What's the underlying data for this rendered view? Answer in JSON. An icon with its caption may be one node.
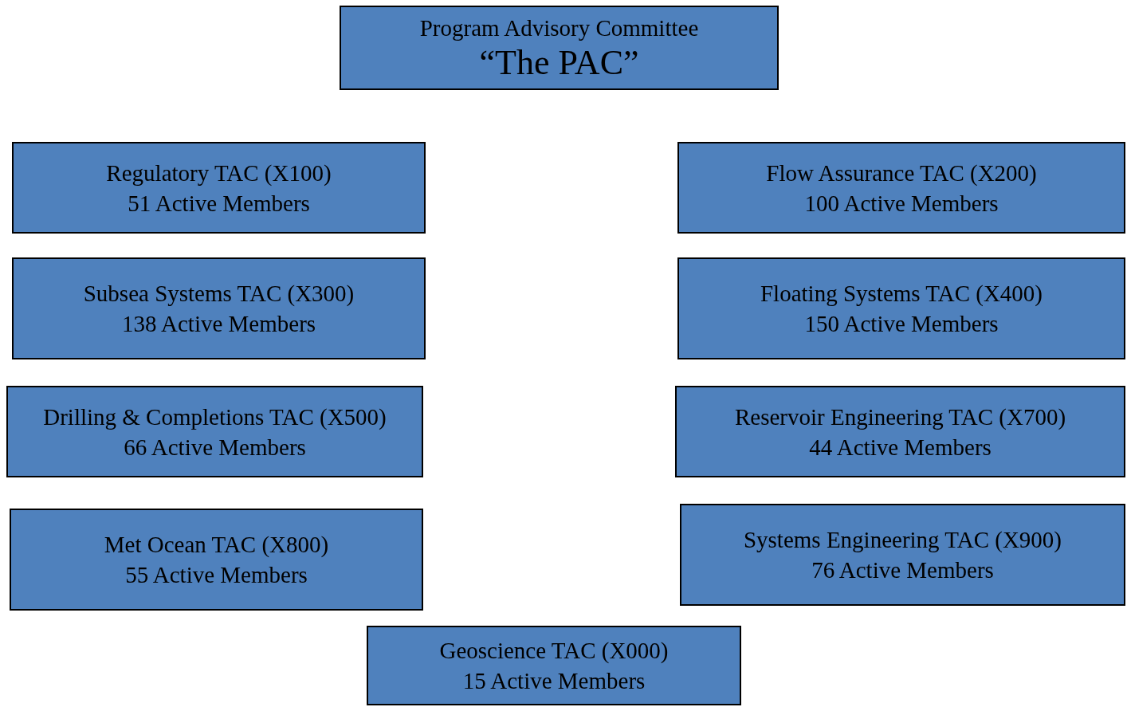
{
  "diagram": {
    "nodes": [
      {
        "text": [
          "Program Advisory Committee",
          "“The PAC”"
        ]
      },
      {
        "text": [
          "Regulatory TAC (X100)",
          "51 Active Members"
        ]
      },
      {
        "text": [
          "Flow Assurance TAC (X200)",
          "100 Active Members"
        ]
      },
      {
        "text": [
          "Subsea Systems TAC (X300)",
          "138 Active Members"
        ]
      },
      {
        "text": [
          "Floating Systems TAC (X400)",
          "150 Active Members"
        ]
      },
      {
        "text": [
          "Drilling & Completions TAC (X500)",
          "66 Active Members"
        ]
      },
      {
        "text": [
          "Reservoir Engineering TAC (X700)",
          "44 Active Members"
        ]
      },
      {
        "text": [
          "Met Ocean TAC (X800)",
          "55 Active Members"
        ]
      },
      {
        "text": [
          "Systems Engineering TAC (X900)",
          "76 Active Members"
        ]
      },
      {
        "text": [
          "Geoscience TAC (X000)",
          "15 Active Members"
        ]
      }
    ]
  }
}
